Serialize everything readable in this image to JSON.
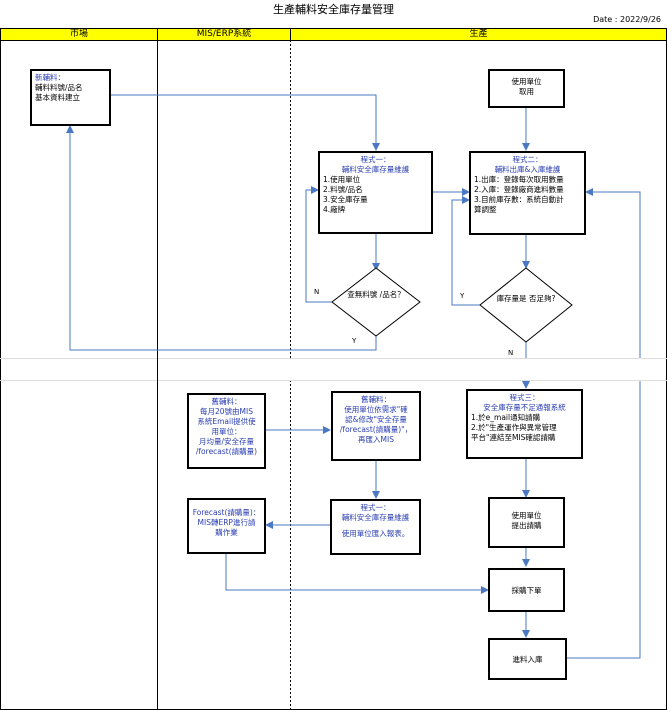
{
  "header": {
    "title": "生產輔料安全庫存量管理",
    "date": "Date : 2022/9/26"
  },
  "lanes": {
    "market": "市場",
    "mis": "MIS/ERP系統",
    "production": "生產"
  },
  "boxes": {
    "new_material": {
      "title": "新輔料：",
      "lines": [
        "輔料料號/品名",
        "基本資料建立"
      ]
    },
    "use_unit_receive": {
      "lines": [
        "使用單位",
        "取用"
      ]
    },
    "program1": {
      "title": "程式一：",
      "subtitle": "輔料安全庫存量維護",
      "lines": [
        "1.使用單位",
        "2.料號/品名",
        "3.安全庫存量",
        "4.廠牌"
      ]
    },
    "program2": {
      "title": "程式二：",
      "subtitle": "輔料出庫&入庫維護",
      "lines": [
        "1.出庫：登錄每次取用數量",
        "2.入庫：登錄廠商進料數量",
        "3.目前庫存數：系統自動計",
        "算調整"
      ]
    },
    "query_decision": {
      "lines": [
        "查無料號",
        "/品名？"
      ]
    },
    "stock_decision": {
      "lines": [
        "庫存量是",
        "否足夠?"
      ]
    },
    "old_material_mis": {
      "lines": [
        "舊輔料：",
        "每月20號由MIS",
        "系統Email提供使",
        "用單位：",
        "月均量/安全存量",
        "/forecast(請購量)"
      ]
    },
    "old_material_confirm": {
      "lines": [
        "舊輔料：",
        "使用單位依需求\"確",
        "認&修改\"安全存量",
        "/forecast(請購量)\"，",
        "再匯入MIS"
      ]
    },
    "program3": {
      "title": "程式三：",
      "subtitle": "安全庫存量不足通報系統",
      "lines": [
        "1.於e_mail通知請購",
        "2.於\"生產運作與異常管理",
        "平台\"連結至MIS確認請購"
      ]
    },
    "forecast": {
      "lines": [
        "Forecast(請購量)：",
        "MIS轉ERP進行請",
        "購作業"
      ]
    },
    "program1b": {
      "title": "程式一：",
      "subtitle": "輔料安全庫存量維護",
      "lines": [
        "使用單位匯入報表。"
      ]
    },
    "use_unit_request": {
      "lines": [
        "使用單位",
        "提出請購"
      ]
    },
    "purchase_order": {
      "lines": [
        "採購下單"
      ]
    },
    "receive_stock": {
      "lines": [
        "進料入庫"
      ]
    }
  },
  "labels": {
    "n1": "N",
    "y1": "Y",
    "y2": "Y",
    "n2": "N"
  }
}
